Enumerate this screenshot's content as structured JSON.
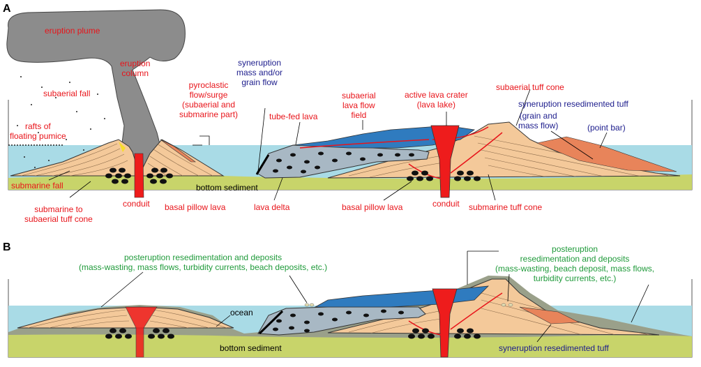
{
  "panels": {
    "a": "A",
    "b": "B"
  },
  "colors": {
    "water": "#a9dbe6",
    "sediment": "#c8d46a",
    "tuff": "#f4c99a",
    "lava_flow": "#2f7bbf",
    "lava_delta": "#a8b8c4",
    "magma": "#ee1c1c",
    "plume": "#8c8c8c",
    "resedimented": "#e8845a",
    "posteruption": "#9aa08a"
  },
  "labels_a": {
    "eruption_plume": "eruption plume",
    "eruption_column": "eruption\ncolumn",
    "subaerial_fall": "subaerial fall",
    "rafts": "rafts of\nfloating pumice",
    "submarine_fall": "submarine fall",
    "submarine_to_subaerial": "submarine to\nsubaerial tuff cone",
    "conduit_left": "conduit",
    "basal_pillow_left": "basal pillow lava",
    "pyroclastic": "pyroclastic\nflow/surge\n(subaerial and\nsubmarine part)",
    "syneruption_mass": "syneruption\nmass and/or\ngrain flow",
    "tube_fed": "tube-fed lava",
    "subaerial_lava_flow": "subaerial\nlava flow\nfield",
    "active_lava_crater": "active lava crater\n(lava lake)",
    "subaerial_tuff_cone": "subaerial tuff cone",
    "syneruption_resedimented": "syneruption resedimented tuff",
    "grain_mass": "(grain and\nmass flow)",
    "point_bar": "(point bar)",
    "bottom_sediment": "bottom sediment",
    "lava_delta": "lava delta",
    "basal_pillow_right": "basal pillow lava",
    "conduit_right": "conduit",
    "submarine_tuff_cone": "submarine tuff cone"
  },
  "labels_b": {
    "posteruption_left": "posteruption resedimentation and deposits\n(mass-wasting, mass flows, turbidity currents, beach deposits, etc.)",
    "posteruption_right": "posteruption\nresedimentation and deposits\n(mass-wasting, beach deposit, mass flows,\nturbidity currents, etc.)",
    "ocean": "ocean",
    "bottom_sediment": "bottom sediment",
    "syneruption_resedimented": "syneruption resedimented tuff"
  }
}
